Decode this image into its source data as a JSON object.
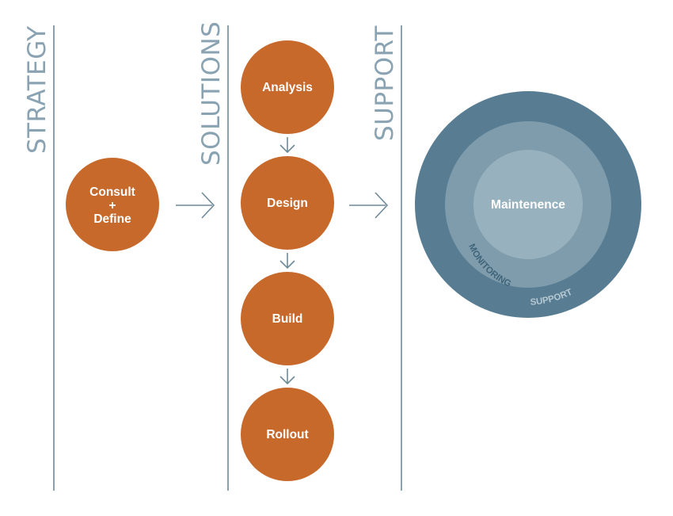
{
  "sections": {
    "strategy": "STRATEGY",
    "solutions": "SOLUTIONS",
    "support": "SUPPORT"
  },
  "strategy_node": {
    "line1": "Consult",
    "line2": "+",
    "line3": "Define"
  },
  "solution_steps": [
    "Analysis",
    "Design",
    "Build",
    "Rollout"
  ],
  "support_rings": {
    "center": "Maintenence",
    "middle": "MONITORING",
    "outer": "SUPPORT"
  },
  "colors": {
    "node": "#c8692c",
    "divider": "#6e8a98",
    "section_label": "#8aa3b2",
    "ring_outer": "#587d92",
    "ring_middle": "#7f9cac",
    "ring_inner": "#98b1be",
    "ring_outer_text": "#b6c8d2",
    "ring_middle_text": "#3f6479"
  }
}
